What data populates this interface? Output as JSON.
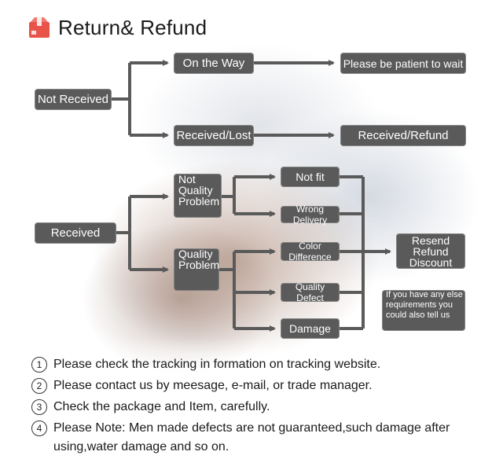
{
  "header": {
    "title": "Return& Refund",
    "logo_icon": "package-box-icon"
  },
  "colors": {
    "node_fill": "#5a5a5a",
    "node_text": "#ffffff",
    "logo": "#e8534a"
  },
  "flow": {
    "not_received": "Not Received",
    "on_the_way": "On the Way",
    "be_patient": "Please be patient to wait",
    "received_lost": "Received/Lost",
    "received_refund": "Received/Refund",
    "received": "Received",
    "not_quality_problem": [
      "Not",
      "Quality",
      "Problem"
    ],
    "quality_problem": [
      "Quality",
      "Problem"
    ],
    "not_fit": "Not fit",
    "wrong_delivery": "Wrong Delivery",
    "color_difference": "Color Difference",
    "quality_defect": "Quality Defect",
    "damage": "Damage",
    "outcome": [
      "Resend",
      "Refund",
      "Discount"
    ],
    "other_requirements": [
      "If you have any else",
      "requirements you",
      "could also tell us"
    ]
  },
  "notes": [
    {
      "num": "1",
      "text": "Please check the tracking in formation on tracking website."
    },
    {
      "num": "2",
      "text": "Please contact us by meesage, e-mail, or trade manager."
    },
    {
      "num": "3",
      "text": "Check the package and Item, carefully."
    },
    {
      "num": "4",
      "text": "Please Note: Men made defects  are not guaranteed,such damage after using,water damage and so on."
    }
  ]
}
